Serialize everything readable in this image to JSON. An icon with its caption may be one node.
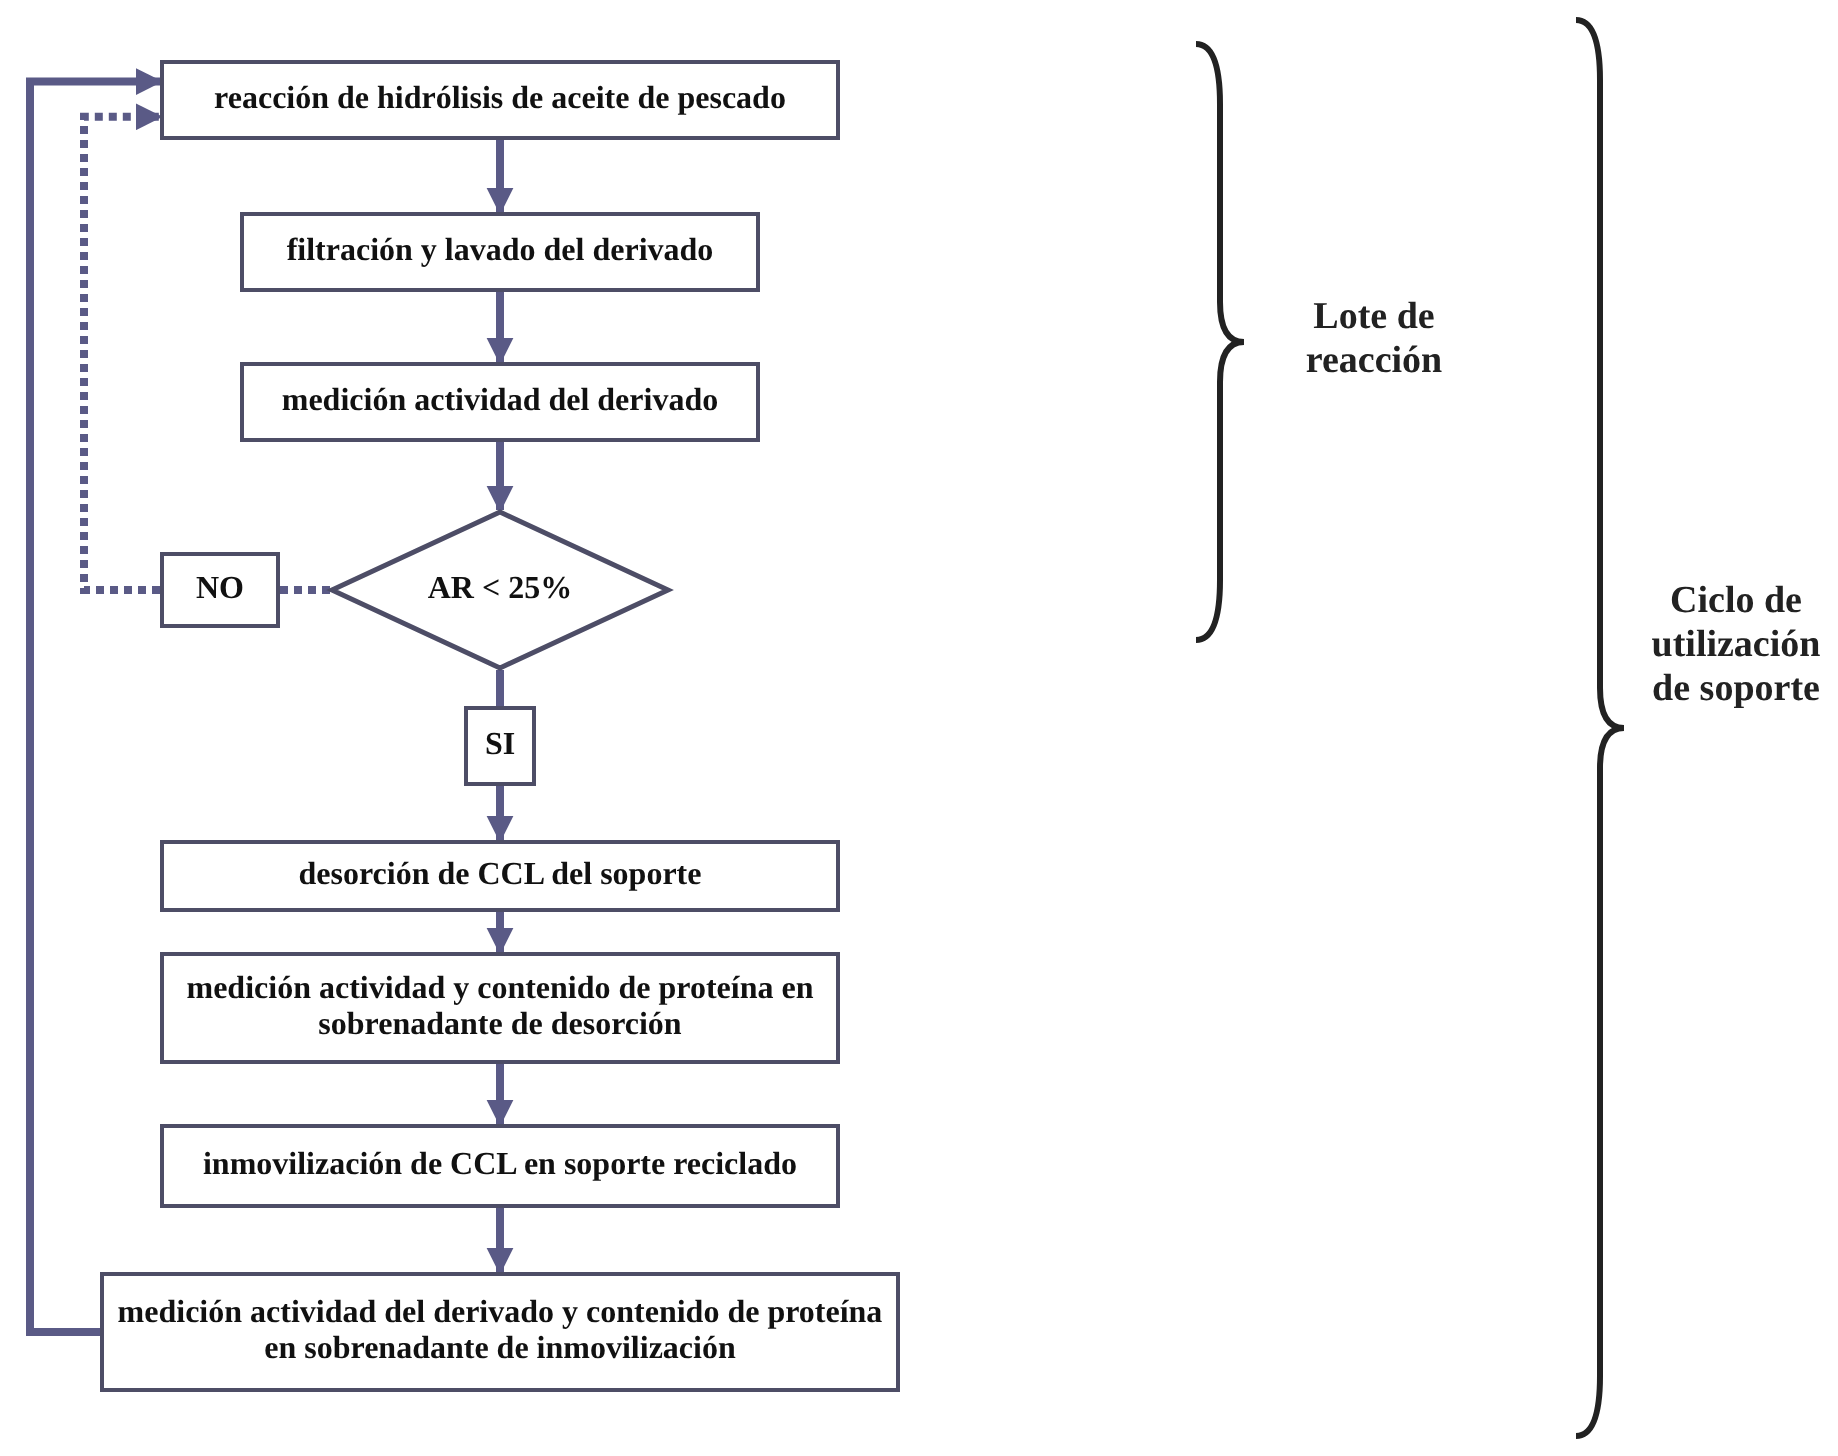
{
  "diagram": {
    "nodes": [
      {
        "text": [
          "reacción de hidrólisis de aceite de pescado"
        ]
      },
      {
        "text": [
          "filtración y lavado del derivado"
        ]
      },
      {
        "text": [
          "medición actividad del derivado"
        ]
      },
      {
        "text": [
          "AR < 25%"
        ]
      },
      {
        "text": [
          "NO"
        ]
      },
      {
        "text": [
          "SI"
        ]
      },
      {
        "text": [
          "desorción de CCL del soporte"
        ]
      },
      {
        "text": [
          "medición actividad y contenido de proteína en sobrenadante de desorción"
        ]
      },
      {
        "text": [
          "inmovilización de CCL en soporte reciclado"
        ]
      },
      {
        "text": [
          "medición actividad del derivado y contenido de proteína en sobrenadante de inmovilización"
        ]
      }
    ],
    "edges": [
      {
        "from": 0,
        "to": 1,
        "arrow": "to"
      },
      {
        "from": 1,
        "to": 2,
        "arrow": "to"
      },
      {
        "from": 2,
        "to": 3,
        "arrow": "to"
      },
      {
        "from": 3,
        "to": 4,
        "arrow": "none",
        "style": "dashed"
      },
      {
        "from": 4,
        "to": 0,
        "arrow": "to",
        "style": "dashed"
      },
      {
        "from": 3,
        "to": 5,
        "arrow": "none"
      },
      {
        "from": 5,
        "to": 6,
        "arrow": "to"
      },
      {
        "from": 6,
        "to": 7,
        "arrow": "to"
      },
      {
        "from": 7,
        "to": 8,
        "arrow": "to"
      },
      {
        "from": 8,
        "to": 9,
        "arrow": "to"
      },
      {
        "from": 9,
        "to": 0,
        "arrow": "to"
      }
    ],
    "labels": [
      "Lote de reacción",
      "Ciclo de utilización de soporte"
    ]
  }
}
